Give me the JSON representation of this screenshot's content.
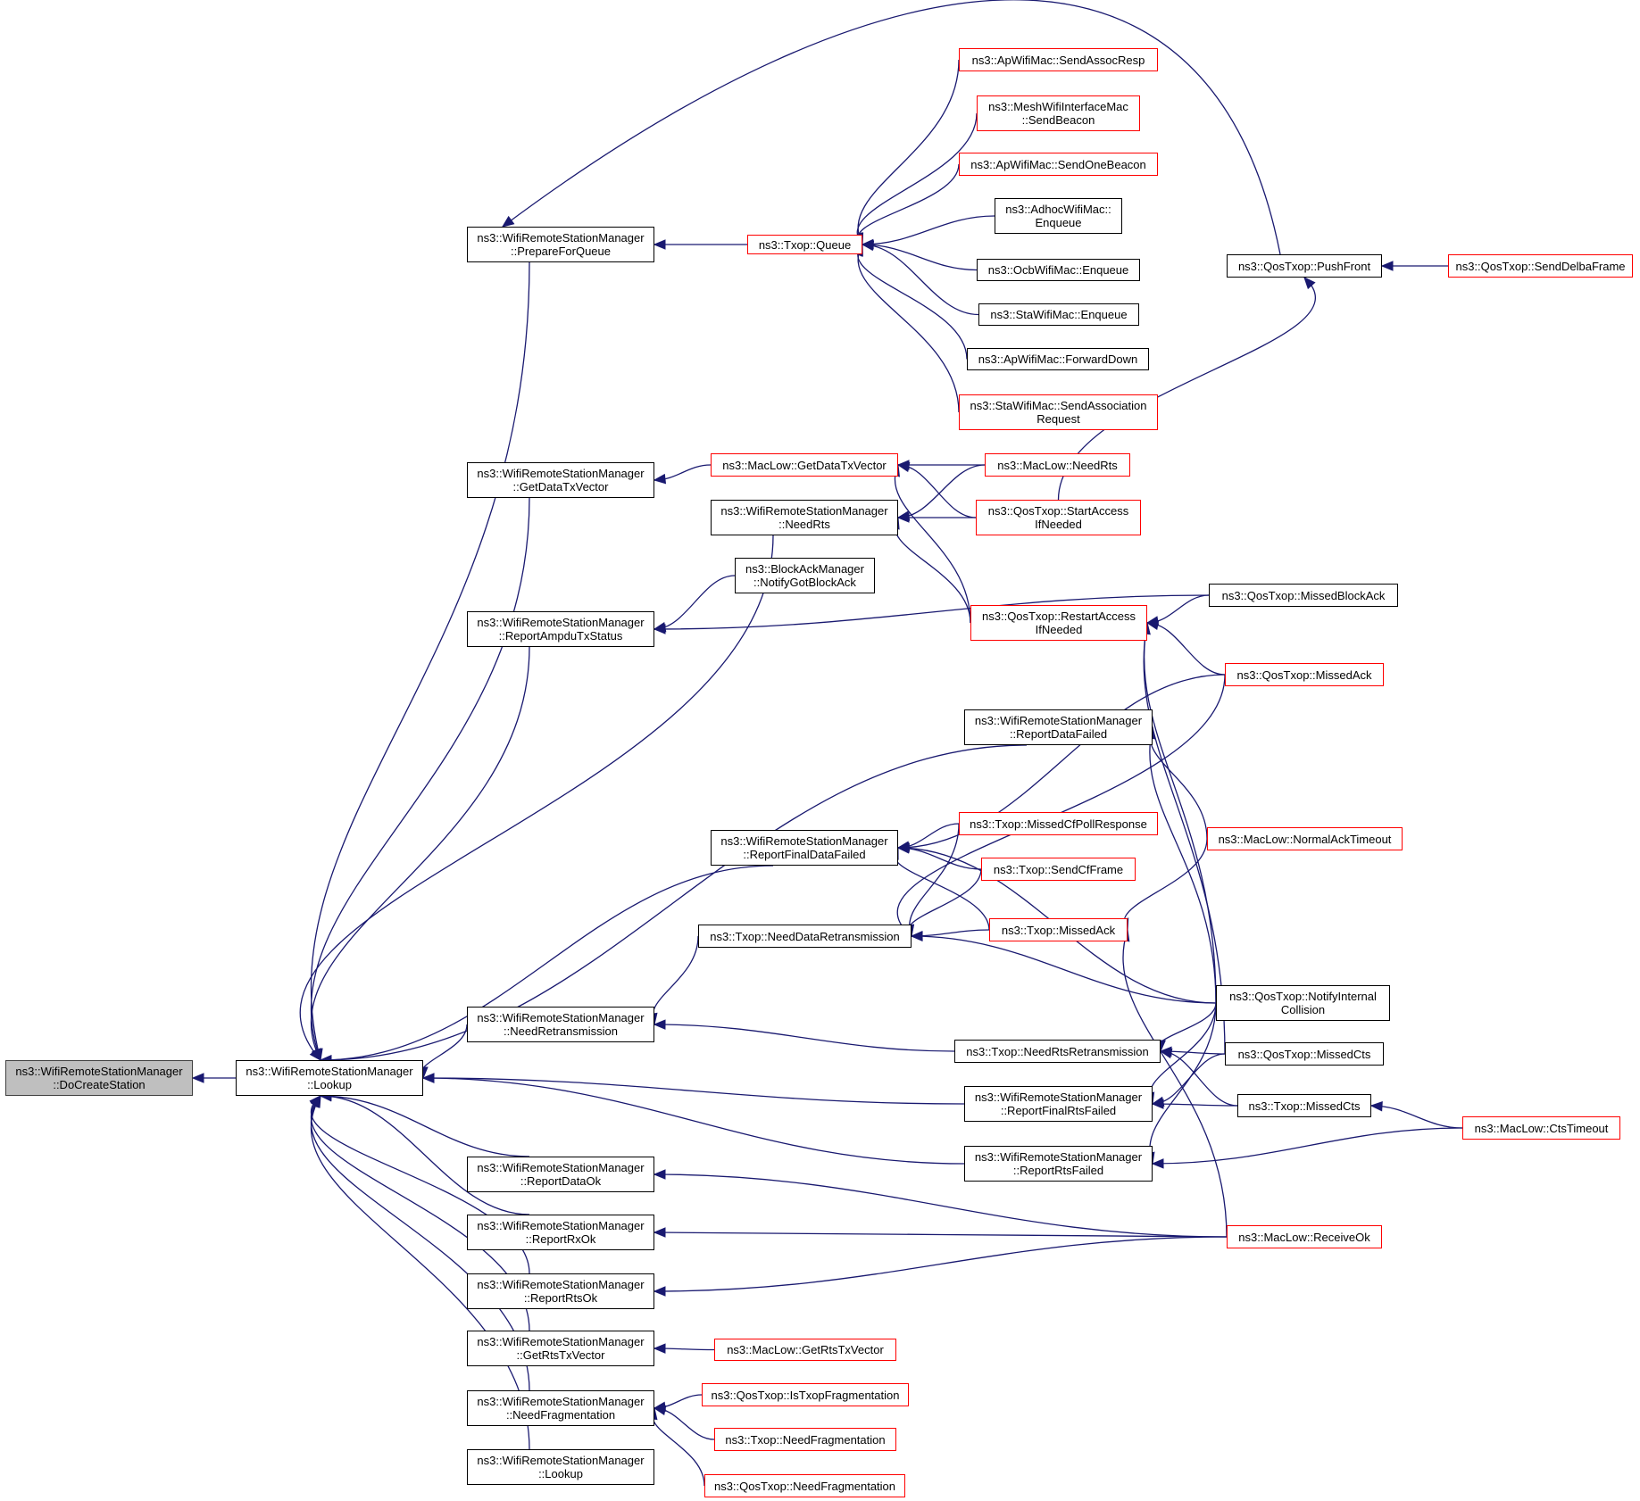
{
  "diagram": {
    "type": "caller-graph",
    "colors": {
      "edge": "#191970",
      "node_border_default": "#000000",
      "node_border_incomplete": "#ff0000",
      "root_fill": "#bfbfbf",
      "node_fill": "#ffffff"
    },
    "nodes": [
      {
        "id": "doCreateStation",
        "label": "ns3::WifiRemoteStationManager\n::DoCreateStation",
        "style": "root"
      },
      {
        "id": "lookup",
        "label": "ns3::WifiRemoteStationManager\n::Lookup",
        "style": "normal"
      },
      {
        "id": "prepareForQueue",
        "label": "ns3::WifiRemoteStationManager\n::PrepareForQueue",
        "style": "normal"
      },
      {
        "id": "txopQueue",
        "label": "ns3::Txop::Queue",
        "style": "red"
      },
      {
        "id": "sendAssocResp",
        "label": "ns3::ApWifiMac::SendAssocResp",
        "style": "red"
      },
      {
        "id": "meshSendBeacon",
        "label": "ns3::MeshWifiInterfaceMac\n::SendBeacon",
        "style": "red"
      },
      {
        "id": "sendOneBeacon",
        "label": "ns3::ApWifiMac::SendOneBeacon",
        "style": "red"
      },
      {
        "id": "adhocEnqueue",
        "label": "ns3::AdhocWifiMac::\nEnqueue",
        "style": "normal"
      },
      {
        "id": "ocbEnqueue",
        "label": "ns3::OcbWifiMac::Enqueue",
        "style": "normal"
      },
      {
        "id": "staEnqueue",
        "label": "ns3::StaWifiMac::Enqueue",
        "style": "normal"
      },
      {
        "id": "forwardDown",
        "label": "ns3::ApWifiMac::ForwardDown",
        "style": "normal"
      },
      {
        "id": "sendAssocRequest",
        "label": "ns3::StaWifiMac::SendAssociation\nRequest",
        "style": "red"
      },
      {
        "id": "pushFront",
        "label": "ns3::QosTxop::PushFront",
        "style": "normal"
      },
      {
        "id": "sendDelbaFrame",
        "label": "ns3::QosTxop::SendDelbaFrame",
        "style": "red"
      },
      {
        "id": "wrsmGetDataTxVector",
        "label": "ns3::WifiRemoteStationManager\n::GetDataTxVector",
        "style": "normal"
      },
      {
        "id": "macLowGetDataTxVector",
        "label": "ns3::MacLow::GetDataTxVector",
        "style": "red"
      },
      {
        "id": "macLowNeedRts",
        "label": "ns3::MacLow::NeedRts",
        "style": "red"
      },
      {
        "id": "wrsmNeedRts",
        "label": "ns3::WifiRemoteStationManager\n::NeedRts",
        "style": "normal"
      },
      {
        "id": "startAccessIfNeeded",
        "label": "ns3::QosTxop::StartAccess\nIfNeeded",
        "style": "red"
      },
      {
        "id": "notifyGotBlockAck",
        "label": "ns3::BlockAckManager\n::NotifyGotBlockAck",
        "style": "normal"
      },
      {
        "id": "reportAmpduTxStatus",
        "label": "ns3::WifiRemoteStationManager\n::ReportAmpduTxStatus",
        "style": "normal"
      },
      {
        "id": "restartAccessIfNeeded",
        "label": "ns3::QosTxop::RestartAccess\nIfNeeded",
        "style": "red"
      },
      {
        "id": "missedBlockAck",
        "label": "ns3::QosTxop::MissedBlockAck",
        "style": "normal"
      },
      {
        "id": "qosMissedAck",
        "label": "ns3::QosTxop::MissedAck",
        "style": "red"
      },
      {
        "id": "reportDataFailed",
        "label": "ns3::WifiRemoteStationManager\n::ReportDataFailed",
        "style": "normal"
      },
      {
        "id": "reportFinalDataFailed",
        "label": "ns3::WifiRemoteStationManager\n::ReportFinalDataFailed",
        "style": "normal"
      },
      {
        "id": "missedCfPollResponse",
        "label": "ns3::Txop::MissedCfPollResponse",
        "style": "red"
      },
      {
        "id": "normalAckTimeout",
        "label": "ns3::MacLow::NormalAckTimeout",
        "style": "red"
      },
      {
        "id": "sendCfFrame",
        "label": "ns3::Txop::SendCfFrame",
        "style": "red"
      },
      {
        "id": "needDataRetransmission",
        "label": "ns3::Txop::NeedDataRetransmission",
        "style": "normal"
      },
      {
        "id": "txopMissedAck",
        "label": "ns3::Txop::MissedAck",
        "style": "red"
      },
      {
        "id": "notifyInternalCollision",
        "label": "ns3::QosTxop::NotifyInternal\nCollision",
        "style": "normal"
      },
      {
        "id": "needRetransmission",
        "label": "ns3::WifiRemoteStationManager\n::NeedRetransmission",
        "style": "normal"
      },
      {
        "id": "needRtsRetransmission",
        "label": "ns3::Txop::NeedRtsRetransmission",
        "style": "normal"
      },
      {
        "id": "qosMissedCts",
        "label": "ns3::QosTxop::MissedCts",
        "style": "normal"
      },
      {
        "id": "reportFinalRtsFailed",
        "label": "ns3::WifiRemoteStationManager\n::ReportFinalRtsFailed",
        "style": "normal"
      },
      {
        "id": "txopMissedCts",
        "label": "ns3::Txop::MissedCts",
        "style": "normal"
      },
      {
        "id": "ctsTimeout",
        "label": "ns3::MacLow::CtsTimeout",
        "style": "red"
      },
      {
        "id": "reportRtsFailed",
        "label": "ns3::WifiRemoteStationManager\n::ReportRtsFailed",
        "style": "normal"
      },
      {
        "id": "reportDataOk",
        "label": "ns3::WifiRemoteStationManager\n::ReportDataOk",
        "style": "normal"
      },
      {
        "id": "receiveOk",
        "label": "ns3::MacLow::ReceiveOk",
        "style": "red"
      },
      {
        "id": "reportRxOk",
        "label": "ns3::WifiRemoteStationManager\n::ReportRxOk",
        "style": "normal"
      },
      {
        "id": "reportRtsOk",
        "label": "ns3::WifiRemoteStationManager\n::ReportRtsOk",
        "style": "normal"
      },
      {
        "id": "wrsmGetRtsTxVector",
        "label": "ns3::WifiRemoteStationManager\n::GetRtsTxVector",
        "style": "normal"
      },
      {
        "id": "macLowGetRtsTxVector",
        "label": "ns3::MacLow::GetRtsTxVector",
        "style": "red"
      },
      {
        "id": "wrsmNeedFragmentation",
        "label": "ns3::WifiRemoteStationManager\n::NeedFragmentation",
        "style": "normal"
      },
      {
        "id": "isTxopFragmentation",
        "label": "ns3::QosTxop::IsTxopFragmentation",
        "style": "red"
      },
      {
        "id": "txopNeedFragmentation",
        "label": "ns3::Txop::NeedFragmentation",
        "style": "red"
      },
      {
        "id": "qosNeedFragmentation",
        "label": "ns3::QosTxop::NeedFragmentation",
        "style": "red"
      },
      {
        "id": "lookup2",
        "label": "ns3::WifiRemoteStationManager\n::Lookup",
        "style": "normal"
      }
    ],
    "edges": [
      {
        "from": "lookup",
        "to": "doCreateStation"
      },
      {
        "from": "prepareForQueue",
        "to": "lookup"
      },
      {
        "from": "wrsmGetDataTxVector",
        "to": "lookup"
      },
      {
        "from": "wrsmNeedRts",
        "to": "lookup"
      },
      {
        "from": "reportAmpduTxStatus",
        "to": "lookup"
      },
      {
        "from": "reportDataFailed",
        "to": "lookup"
      },
      {
        "from": "reportFinalDataFailed",
        "to": "lookup"
      },
      {
        "from": "needRetransmission",
        "to": "lookup"
      },
      {
        "from": "reportFinalRtsFailed",
        "to": "lookup"
      },
      {
        "from": "reportRtsFailed",
        "to": "lookup"
      },
      {
        "from": "reportDataOk",
        "to": "lookup"
      },
      {
        "from": "reportRxOk",
        "to": "lookup"
      },
      {
        "from": "reportRtsOk",
        "to": "lookup"
      },
      {
        "from": "wrsmGetRtsTxVector",
        "to": "lookup"
      },
      {
        "from": "wrsmNeedFragmentation",
        "to": "lookup"
      },
      {
        "from": "lookup2",
        "to": "lookup"
      },
      {
        "from": "txopQueue",
        "to": "prepareForQueue"
      },
      {
        "from": "pushFront",
        "to": "prepareForQueue"
      },
      {
        "from": "sendAssocResp",
        "to": "txopQueue"
      },
      {
        "from": "meshSendBeacon",
        "to": "txopQueue"
      },
      {
        "from": "sendOneBeacon",
        "to": "txopQueue"
      },
      {
        "from": "adhocEnqueue",
        "to": "txopQueue"
      },
      {
        "from": "ocbEnqueue",
        "to": "txopQueue"
      },
      {
        "from": "staEnqueue",
        "to": "txopQueue"
      },
      {
        "from": "forwardDown",
        "to": "txopQueue"
      },
      {
        "from": "sendAssocRequest",
        "to": "txopQueue"
      },
      {
        "from": "sendDelbaFrame",
        "to": "pushFront"
      },
      {
        "from": "startAccessIfNeeded",
        "to": "pushFront"
      },
      {
        "from": "macLowGetDataTxVector",
        "to": "wrsmGetDataTxVector"
      },
      {
        "from": "macLowNeedRts",
        "to": "macLowGetDataTxVector"
      },
      {
        "from": "startAccessIfNeeded",
        "to": "macLowGetDataTxVector"
      },
      {
        "from": "restartAccessIfNeeded",
        "to": "macLowGetDataTxVector"
      },
      {
        "from": "macLowNeedRts",
        "to": "wrsmNeedRts"
      },
      {
        "from": "startAccessIfNeeded",
        "to": "wrsmNeedRts"
      },
      {
        "from": "restartAccessIfNeeded",
        "to": "wrsmNeedRts"
      },
      {
        "from": "notifyGotBlockAck",
        "to": "reportAmpduTxStatus"
      },
      {
        "from": "missedBlockAck",
        "to": "reportAmpduTxStatus"
      },
      {
        "from": "missedBlockAck",
        "to": "restartAccessIfNeeded"
      },
      {
        "from": "qosMissedAck",
        "to": "restartAccessIfNeeded"
      },
      {
        "from": "notifyInternalCollision",
        "to": "restartAccessIfNeeded"
      },
      {
        "from": "qosMissedCts",
        "to": "restartAccessIfNeeded"
      },
      {
        "from": "qosMissedAck",
        "to": "reportFinalDataFailed"
      },
      {
        "from": "normalAckTimeout",
        "to": "reportDataFailed"
      },
      {
        "from": "notifyInternalCollision",
        "to": "reportDataFailed"
      },
      {
        "from": "missedCfPollResponse",
        "to": "reportFinalDataFailed"
      },
      {
        "from": "sendCfFrame",
        "to": "reportFinalDataFailed"
      },
      {
        "from": "txopMissedAck",
        "to": "reportFinalDataFailed"
      },
      {
        "from": "notifyInternalCollision",
        "to": "reportFinalDataFailed"
      },
      {
        "from": "missedCfPollResponse",
        "to": "needDataRetransmission"
      },
      {
        "from": "sendCfFrame",
        "to": "needDataRetransmission"
      },
      {
        "from": "qosMissedAck",
        "to": "needDataRetransmission"
      },
      {
        "from": "txopMissedAck",
        "to": "needDataRetransmission"
      },
      {
        "from": "notifyInternalCollision",
        "to": "needDataRetransmission"
      },
      {
        "from": "normalAckTimeout",
        "to": "txopMissedAck"
      },
      {
        "from": "receiveOk",
        "to": "txopMissedAck"
      },
      {
        "from": "needDataRetransmission",
        "to": "needRetransmission"
      },
      {
        "from": "needRtsRetransmission",
        "to": "needRetransmission"
      },
      {
        "from": "notifyInternalCollision",
        "to": "needRtsRetransmission"
      },
      {
        "from": "qosMissedCts",
        "to": "needRtsRetransmission"
      },
      {
        "from": "txopMissedCts",
        "to": "needRtsRetransmission"
      },
      {
        "from": "notifyInternalCollision",
        "to": "reportFinalRtsFailed"
      },
      {
        "from": "qosMissedCts",
        "to": "reportFinalRtsFailed"
      },
      {
        "from": "txopMissedCts",
        "to": "reportFinalRtsFailed"
      },
      {
        "from": "ctsTimeout",
        "to": "txopMissedCts"
      },
      {
        "from": "ctsTimeout",
        "to": "reportRtsFailed"
      },
      {
        "from": "notifyInternalCollision",
        "to": "reportRtsFailed"
      },
      {
        "from": "receiveOk",
        "to": "reportDataOk"
      },
      {
        "from": "receiveOk",
        "to": "reportRxOk"
      },
      {
        "from": "receiveOk",
        "to": "reportRtsOk"
      },
      {
        "from": "macLowGetRtsTxVector",
        "to": "wrsmGetRtsTxVector"
      },
      {
        "from": "isTxopFragmentation",
        "to": "wrsmNeedFragmentation"
      },
      {
        "from": "txopNeedFragmentation",
        "to": "wrsmNeedFragmentation"
      },
      {
        "from": "qosNeedFragmentation",
        "to": "wrsmNeedFragmentation"
      }
    ]
  }
}
